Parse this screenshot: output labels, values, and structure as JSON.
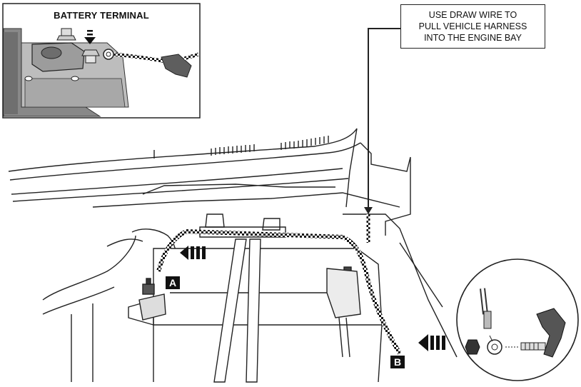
{
  "inset": {
    "title": "BATTERY TERMINAL"
  },
  "callout": {
    "lines": [
      "USE DRAW WIRE TO",
      "PULL VEHICLE HARNESS",
      "INTO THE ENGINE BAY"
    ]
  },
  "labels": {
    "a": "A",
    "b": "B"
  },
  "icons": {
    "battery-terminal-inset": "terminal-bolt-stack",
    "harness-route": "braided-wire",
    "direction-arrow-left": "dashed-arrow-left",
    "detail-circle": "ring-terminal-and-bolt"
  },
  "colors": {
    "line": "#222222",
    "panel": "#9a9a9a",
    "panel_dark": "#7d7d7d",
    "label_bg": "#111111"
  }
}
